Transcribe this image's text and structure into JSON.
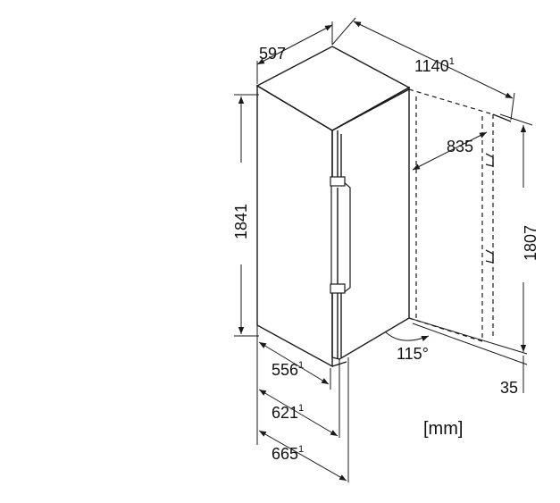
{
  "dimensions": {
    "width_top": "597",
    "depth_open": {
      "value": "1140",
      "note": "1"
    },
    "height": "1841",
    "door_depth": "835",
    "door_height_open": "1807",
    "base_gap": "35",
    "door_angle": "115°",
    "depth_1": {
      "value": "556",
      "note": "1"
    },
    "depth_2": {
      "value": "621",
      "note": "1"
    },
    "depth_3": {
      "value": "665",
      "note": "1"
    }
  },
  "unit": "[mm]",
  "colors": {
    "line": "#1a1a1a",
    "background": "#ffffff"
  }
}
